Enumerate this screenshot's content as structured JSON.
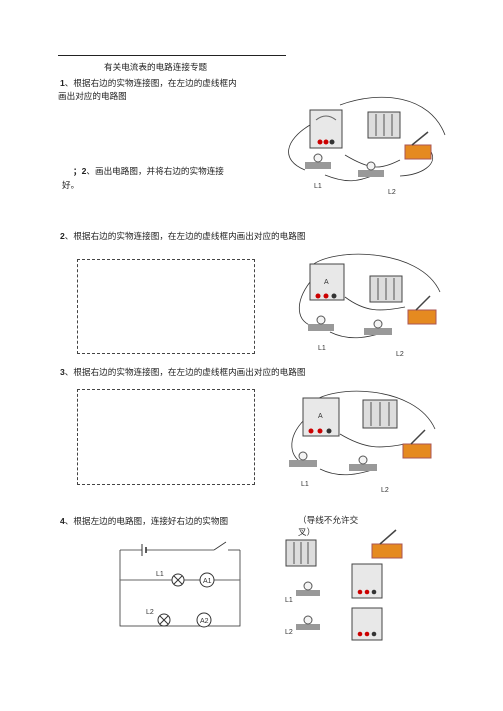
{
  "title": "有关电流表的电路连接专题",
  "q1": {
    "num": "1",
    "text1": "、根据右边的实物连接图，在左边的虚线框内",
    "text2": "画出对应的电路图"
  },
  "q1b": {
    "prefix": "；",
    "num": "2",
    "text1": "、画出电路图，并将右边的实物连接",
    "text2": "好。"
  },
  "q2": {
    "num": "2",
    "text": "、根据右边的实物连接图，在左边的虚线框内画出对应的电路图"
  },
  "q3": {
    "num": "3",
    "text": "、根据右边的实物连接图，在左边的虚线框内画出对应的电路图"
  },
  "q4": {
    "num": "4",
    "text": "、根据左边的电路图，连接好右边的实物图",
    "note1": "（导线不允许交",
    "note2": "叉）"
  },
  "labels": {
    "L1": "L1",
    "L2": "L2",
    "A": "A",
    "A1": "A1",
    "A2": "A2"
  }
}
